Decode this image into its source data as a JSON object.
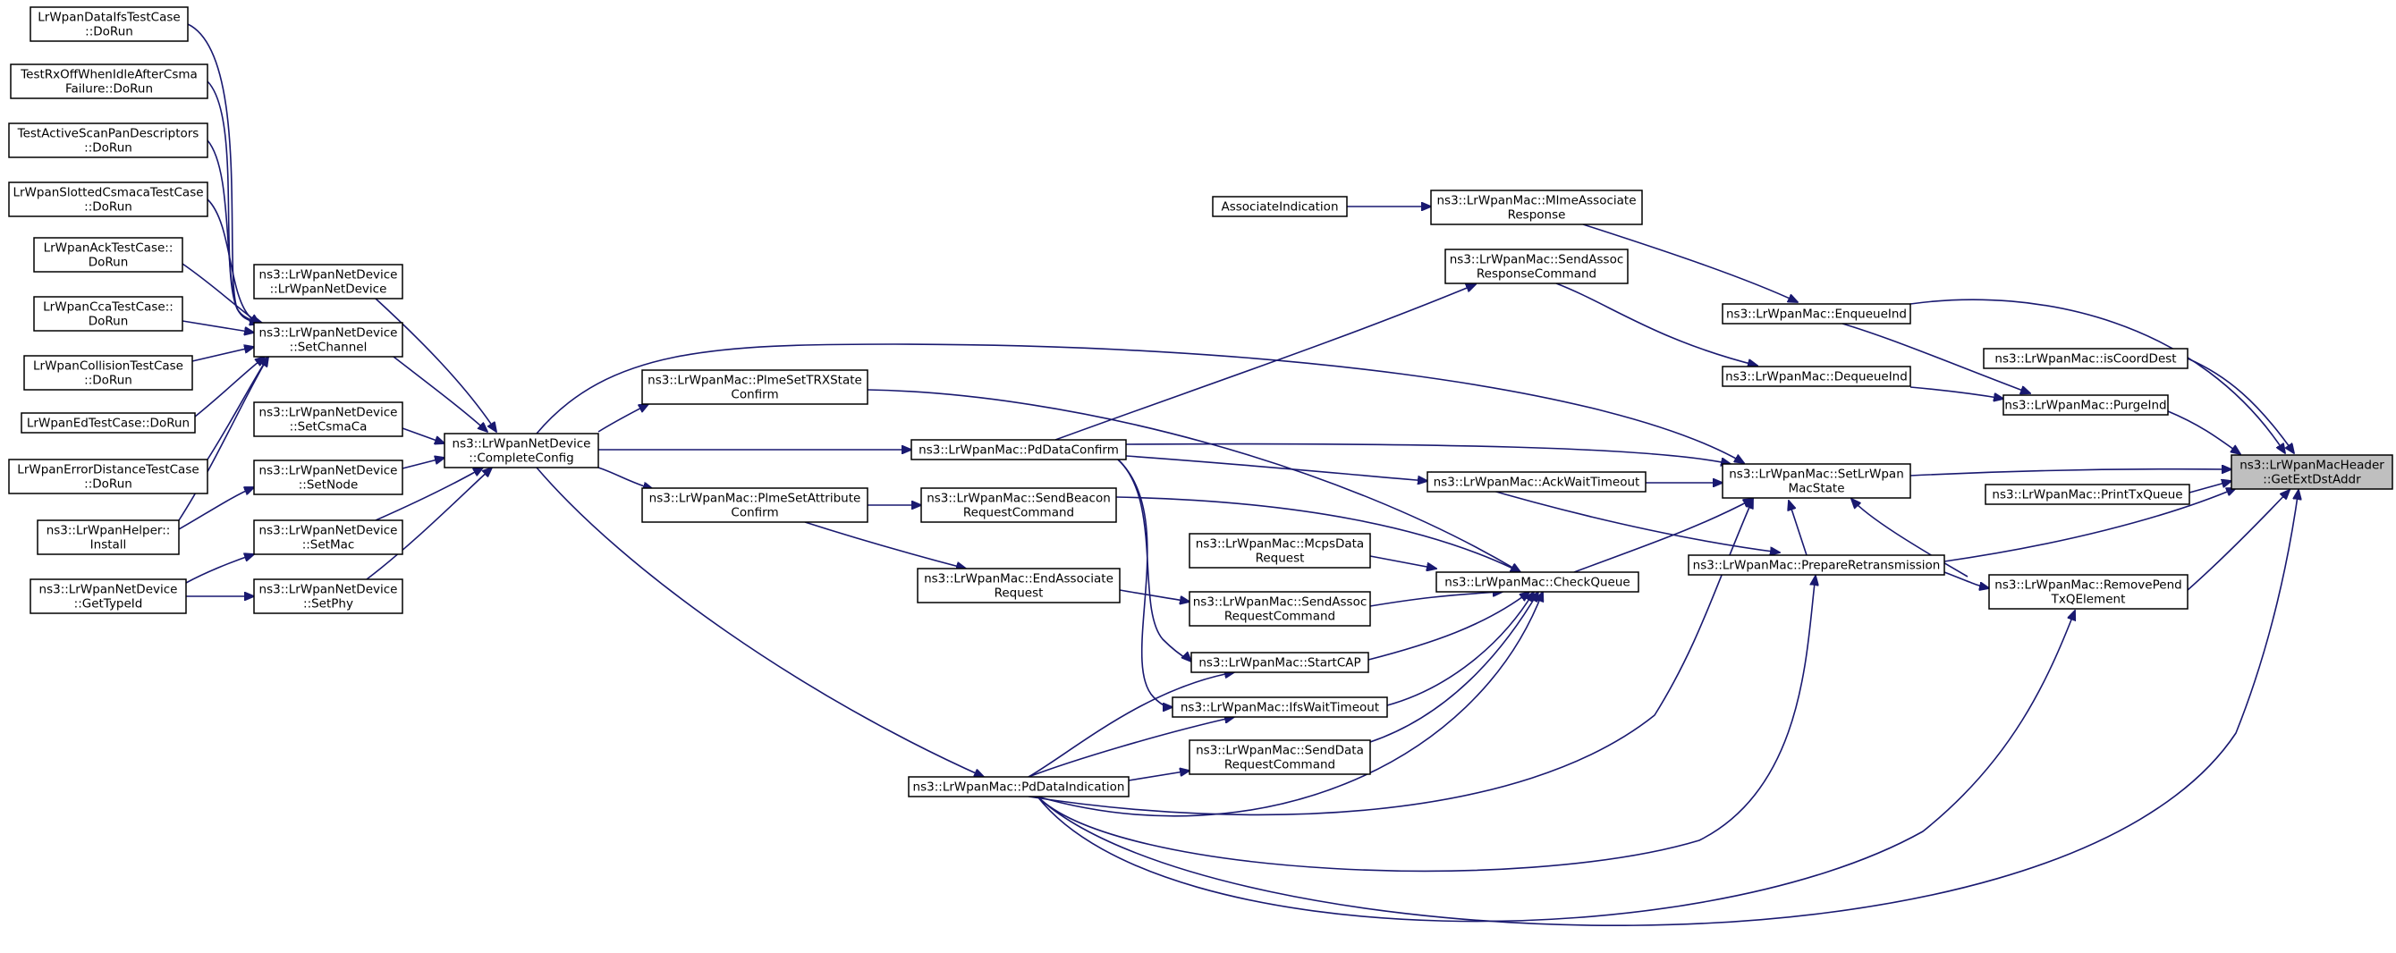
{
  "nodes": [
    {
      "id": "root",
      "lines": [
        "ns3::LrWpanMacHeader",
        "::GetExtDstAddr"
      ],
      "root": true
    },
    {
      "id": "enqueue",
      "lines": [
        "ns3::LrWpanMac::EnqueueInd"
      ]
    },
    {
      "id": "iscoord",
      "lines": [
        "ns3::LrWpanMac::isCoordDest"
      ]
    },
    {
      "id": "purge",
      "lines": [
        "ns3::LrWpanMac::PurgeInd"
      ]
    },
    {
      "id": "setstate",
      "lines": [
        "ns3::LrWpanMac::SetLrWpan",
        "MacState"
      ]
    },
    {
      "id": "printtx",
      "lines": [
        "ns3::LrWpanMac::PrintTxQueue"
      ]
    },
    {
      "id": "prepretx",
      "lines": [
        "ns3::LrWpanMac::PrepareRetransmission"
      ]
    },
    {
      "id": "removepend",
      "lines": [
        "ns3::LrWpanMac::RemovePend",
        "TxQElement"
      ]
    },
    {
      "id": "assocind",
      "lines": [
        "AssociateIndication"
      ]
    },
    {
      "id": "mlmeassoc",
      "lines": [
        "ns3::LrWpanMac::MlmeAssociate",
        "Response"
      ]
    },
    {
      "id": "sendassocresp",
      "lines": [
        "ns3::LrWpanMac::SendAssoc",
        "ResponseCommand"
      ]
    },
    {
      "id": "dequeue",
      "lines": [
        "ns3::LrWpanMac::DequeueInd"
      ]
    },
    {
      "id": "ackwait",
      "lines": [
        "ns3::LrWpanMac::AckWaitTimeout"
      ]
    },
    {
      "id": "checkqueue",
      "lines": [
        "ns3::LrWpanMac::CheckQueue"
      ]
    },
    {
      "id": "pddataconfirm",
      "lines": [
        "ns3::LrWpanMac::PdDataConfirm"
      ]
    },
    {
      "id": "plmesettrx",
      "lines": [
        "ns3::LrWpanMac::PlmeSetTRXState",
        "Confirm"
      ]
    },
    {
      "id": "plmesetattr",
      "lines": [
        "ns3::LrWpanMac::PlmeSetAttribute",
        "Confirm"
      ]
    },
    {
      "id": "sendbeacon",
      "lines": [
        "ns3::LrWpanMac::SendBeacon",
        "RequestCommand"
      ]
    },
    {
      "id": "endassoc",
      "lines": [
        "ns3::LrWpanMac::EndAssociate",
        "Request"
      ]
    },
    {
      "id": "mcpsdata",
      "lines": [
        "ns3::LrWpanMac::McpsData",
        "Request"
      ]
    },
    {
      "id": "sendassocreq",
      "lines": [
        "ns3::LrWpanMac::SendAssoc",
        "RequestCommand"
      ]
    },
    {
      "id": "startcap",
      "lines": [
        "ns3::LrWpanMac::StartCAP"
      ]
    },
    {
      "id": "ifswait",
      "lines": [
        "ns3::LrWpanMac::IfsWaitTimeout"
      ]
    },
    {
      "id": "senddatareq",
      "lines": [
        "ns3::LrWpanMac::SendData",
        "RequestCommand"
      ]
    },
    {
      "id": "pddataind",
      "lines": [
        "ns3::LrWpanMac::PdDataIndication"
      ]
    },
    {
      "id": "completeconfig",
      "lines": [
        "ns3::LrWpanNetDevice",
        "::CompleteConfig"
      ]
    },
    {
      "id": "ctor",
      "lines": [
        "ns3::LrWpanNetDevice",
        "::LrWpanNetDevice"
      ]
    },
    {
      "id": "setchannel",
      "lines": [
        "ns3::LrWpanNetDevice",
        "::SetChannel"
      ]
    },
    {
      "id": "setcsmaca",
      "lines": [
        "ns3::LrWpanNetDevice",
        "::SetCsmaCa"
      ]
    },
    {
      "id": "setnode",
      "lines": [
        "ns3::LrWpanNetDevice",
        "::SetNode"
      ]
    },
    {
      "id": "setmac",
      "lines": [
        "ns3::LrWpanNetDevice",
        "::SetMac"
      ]
    },
    {
      "id": "setphy",
      "lines": [
        "ns3::LrWpanNetDevice",
        "::SetPhy"
      ]
    },
    {
      "id": "t_dataifs",
      "lines": [
        "LrWpanDataIfsTestCase",
        "::DoRun"
      ]
    },
    {
      "id": "t_rxoff",
      "lines": [
        "TestRxOffWhenIdleAfterCsma",
        "Failure::DoRun"
      ]
    },
    {
      "id": "t_activescan",
      "lines": [
        "TestActiveScanPanDescriptors",
        "::DoRun"
      ]
    },
    {
      "id": "t_slotted",
      "lines": [
        "LrWpanSlottedCsmacaTestCase",
        "::DoRun"
      ]
    },
    {
      "id": "t_ack",
      "lines": [
        "LrWpanAckTestCase::",
        "DoRun"
      ]
    },
    {
      "id": "t_cca",
      "lines": [
        "LrWpanCcaTestCase::",
        "DoRun"
      ]
    },
    {
      "id": "t_collision",
      "lines": [
        "LrWpanCollisionTestCase",
        "::DoRun"
      ]
    },
    {
      "id": "t_ed",
      "lines": [
        "LrWpanEdTestCase::DoRun"
      ]
    },
    {
      "id": "t_errdist",
      "lines": [
        "LrWpanErrorDistanceTestCase",
        "::DoRun"
      ]
    },
    {
      "id": "helperinstall",
      "lines": [
        "ns3::LrWpanHelper::",
        "Install"
      ]
    },
    {
      "id": "gettypeid",
      "lines": [
        "ns3::LrWpanNetDevice",
        "::GetTypeId"
      ]
    }
  ]
}
